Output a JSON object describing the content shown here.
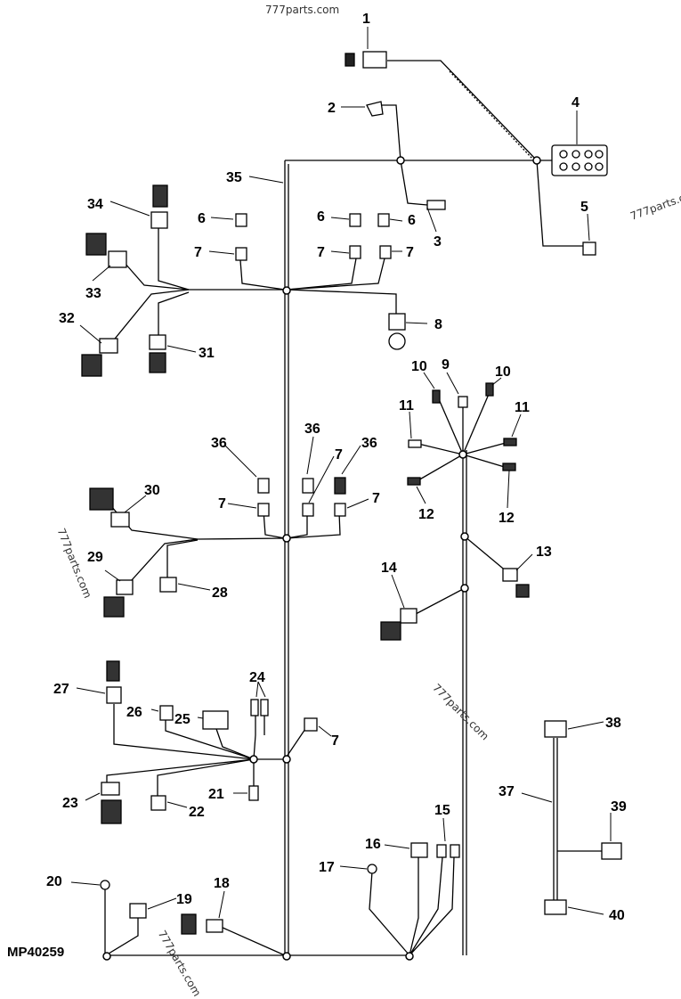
{
  "drawing_code": "MP40259",
  "watermarks": [
    "777parts.com",
    "777parts.com",
    "777parts.com",
    "777parts.com",
    "777parts.com"
  ],
  "callouts": [
    {
      "id": "c1",
      "label": "1"
    },
    {
      "id": "c2",
      "label": "2"
    },
    {
      "id": "c3",
      "label": "3"
    },
    {
      "id": "c4",
      "label": "4"
    },
    {
      "id": "c5",
      "label": "5"
    },
    {
      "id": "c6a",
      "label": "6"
    },
    {
      "id": "c6b",
      "label": "6"
    },
    {
      "id": "c6c",
      "label": "6"
    },
    {
      "id": "c7a",
      "label": "7"
    },
    {
      "id": "c7b",
      "label": "7"
    },
    {
      "id": "c7c",
      "label": "7"
    },
    {
      "id": "c7d",
      "label": "7"
    },
    {
      "id": "c7e",
      "label": "7"
    },
    {
      "id": "c7f",
      "label": "7"
    },
    {
      "id": "c7g",
      "label": "7"
    },
    {
      "id": "c8",
      "label": "8"
    },
    {
      "id": "c9",
      "label": "9"
    },
    {
      "id": "c10a",
      "label": "10"
    },
    {
      "id": "c10b",
      "label": "10"
    },
    {
      "id": "c11a",
      "label": "11"
    },
    {
      "id": "c11b",
      "label": "11"
    },
    {
      "id": "c12a",
      "label": "12"
    },
    {
      "id": "c12b",
      "label": "12"
    },
    {
      "id": "c13",
      "label": "13"
    },
    {
      "id": "c14",
      "label": "14"
    },
    {
      "id": "c15",
      "label": "15"
    },
    {
      "id": "c16",
      "label": "16"
    },
    {
      "id": "c17",
      "label": "17"
    },
    {
      "id": "c18",
      "label": "18"
    },
    {
      "id": "c19",
      "label": "19"
    },
    {
      "id": "c20",
      "label": "20"
    },
    {
      "id": "c21",
      "label": "21"
    },
    {
      "id": "c22",
      "label": "22"
    },
    {
      "id": "c23",
      "label": "23"
    },
    {
      "id": "c24",
      "label": "24"
    },
    {
      "id": "c25",
      "label": "25"
    },
    {
      "id": "c26",
      "label": "26"
    },
    {
      "id": "c27",
      "label": "27"
    },
    {
      "id": "c28",
      "label": "28"
    },
    {
      "id": "c29",
      "label": "29"
    },
    {
      "id": "c30",
      "label": "30"
    },
    {
      "id": "c31",
      "label": "31"
    },
    {
      "id": "c32",
      "label": "32"
    },
    {
      "id": "c33",
      "label": "33"
    },
    {
      "id": "c34",
      "label": "34"
    },
    {
      "id": "c35",
      "label": "35"
    },
    {
      "id": "c36a",
      "label": "36"
    },
    {
      "id": "c36b",
      "label": "36"
    },
    {
      "id": "c36c",
      "label": "36"
    },
    {
      "id": "c37",
      "label": "37"
    },
    {
      "id": "c38",
      "label": "38"
    },
    {
      "id": "c39",
      "label": "39"
    },
    {
      "id": "c40",
      "label": "40"
    }
  ]
}
